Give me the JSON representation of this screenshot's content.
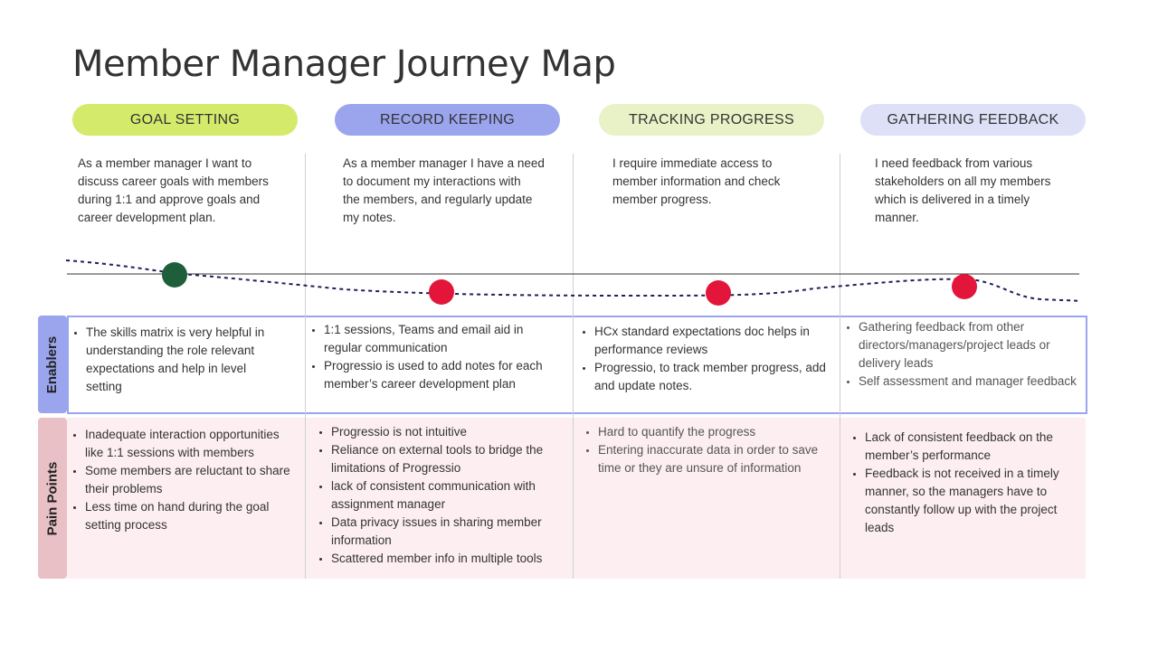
{
  "title": "Member Manager Journey Map",
  "colors": {
    "goal_setting": "#d4ea6b",
    "record_keeping": "#9aa5ee",
    "tracking_progress": "#e9f2c6",
    "gathering_feedback": "#dde0f7",
    "positive_point": "#1e5e3a",
    "negative_point": "#e3153a",
    "journey_line": "#1f1f5a",
    "enablers_accent": "#9aa5ee",
    "pain_accent": "#e9c0c6",
    "pain_band": "#fdeff1"
  },
  "stages": [
    {
      "name": "GOAL SETTING",
      "description": [
        "As a member manager I want to",
        "discuss career goals with members",
        "during 1:1 and approve goals and",
        "career development plan."
      ],
      "sentiment": "positive",
      "enablers": [
        [
          "The skills matrix is very helpful in",
          "understanding the role relevant",
          "expectations and help in level",
          "setting"
        ]
      ],
      "pain_points": [
        [
          "Inadequate interaction opportunities",
          "like 1:1 sessions with members"
        ],
        [
          "Some members are reluctant to share",
          "their problems"
        ],
        [
          "Less time on hand during the goal",
          "setting process"
        ]
      ]
    },
    {
      "name": "RECORD KEEPING",
      "description": [
        "As a member manager I have a need",
        "to document my interactions with",
        "the members, and regularly update",
        "my notes."
      ],
      "sentiment": "negative",
      "enablers": [
        [
          "1:1 sessions, Teams and email aid in",
          "regular communication"
        ],
        [
          "Progressio is used to add notes for each",
          "member’s career development plan"
        ]
      ],
      "pain_points": [
        [
          "Progressio is not intuitive"
        ],
        [
          "Reliance on external tools to bridge the",
          "limitations of Progressio"
        ],
        [
          "lack of consistent communication with",
          "assignment manager"
        ],
        [
          "Data privacy issues in sharing member",
          "information"
        ],
        [
          "Scattered member info in multiple tools"
        ]
      ]
    },
    {
      "name": "TRACKING PROGRESS",
      "description": [
        "I require immediate access to",
        "member information and check",
        "member progress."
      ],
      "sentiment": "negative",
      "enablers": [
        [
          "HCx standard expectations doc helps in",
          "performance reviews"
        ],
        [
          "Progressio, to track member progress, add",
          "and update notes."
        ]
      ],
      "pain_points": [
        [
          "Hard to quantify the progress"
        ],
        [
          "Entering inaccurate data in order to save",
          "time or they are unsure of information"
        ]
      ]
    },
    {
      "name": "GATHERING FEEDBACK",
      "description": [
        "I need feedback from various",
        "stakeholders on all my members",
        "which is delivered in a timely",
        "manner."
      ],
      "sentiment": "negative",
      "enablers": [
        [
          "Gathering feedback from other",
          "directors/managers/project leads or",
          "delivery leads"
        ],
        [
          "Self assessment and manager feedback"
        ]
      ],
      "pain_points": [
        [
          "Lack of consistent feedback on the",
          "member’s performance"
        ],
        [
          "Feedback is not received in a timely",
          "manner, so the managers have to",
          "constantly follow up with the project",
          "leads"
        ]
      ]
    }
  ],
  "rows": {
    "enablers_label": "Enablers",
    "pain_points_label": "Pain Points"
  }
}
